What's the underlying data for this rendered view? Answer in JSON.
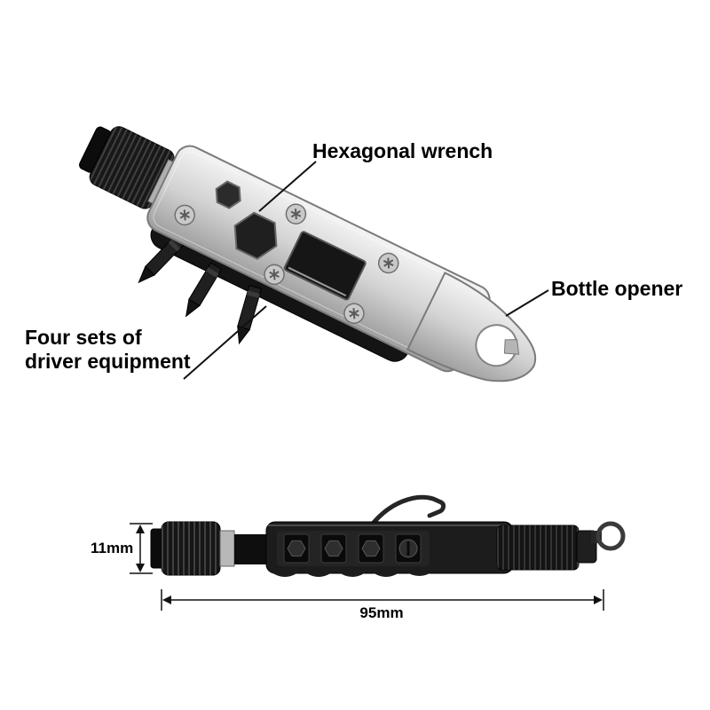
{
  "page": {
    "background": "#ffffff",
    "description_role": "product annotation image of a multi-function pocket bike tool"
  },
  "annotations": {
    "hex_wrench": {
      "label": "Hexagonal wrench"
    },
    "bottle_opener": {
      "label": "Bottle opener"
    },
    "driver_equipment": {
      "line1": "Four sets of",
      "line2": "driver equipment"
    }
  },
  "dimensions": {
    "height_label": "11mm",
    "length_label": "95mm"
  },
  "colors": {
    "text": "#000000",
    "leader_line": "#111111",
    "metal_light": "#f4f4f4",
    "metal_dark": "#9e9e9e",
    "tool_black": "#181818",
    "background": "#ffffff"
  }
}
